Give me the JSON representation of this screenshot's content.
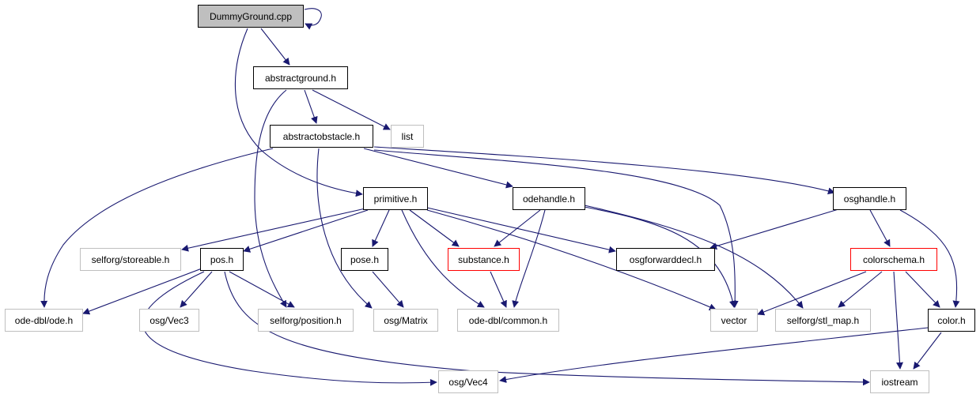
{
  "diagram": {
    "edge_color": "#191970",
    "nodes": {
      "dummyground": {
        "label": "DummyGround.cpp",
        "style": "root"
      },
      "abstractground": {
        "label": "abstractground.h",
        "style": "black"
      },
      "list": {
        "label": "list",
        "style": "grey"
      },
      "abstractobstacle": {
        "label": "abstractobstacle.h",
        "style": "black"
      },
      "primitive": {
        "label": "primitive.h",
        "style": "black"
      },
      "odehandle": {
        "label": "odehandle.h",
        "style": "black"
      },
      "osghandle": {
        "label": "osghandle.h",
        "style": "black"
      },
      "storeable": {
        "label": "selforg/storeable.h",
        "style": "grey"
      },
      "pos": {
        "label": "pos.h",
        "style": "black"
      },
      "pose": {
        "label": "pose.h",
        "style": "black"
      },
      "substance": {
        "label": "substance.h",
        "style": "red"
      },
      "osgforwarddecl": {
        "label": "osgforwarddecl.h",
        "style": "black"
      },
      "colorschema": {
        "label": "colorschema.h",
        "style": "red"
      },
      "odeode": {
        "label": "ode-dbl/ode.h",
        "style": "grey"
      },
      "vec3": {
        "label": "osg/Vec3",
        "style": "grey"
      },
      "position": {
        "label": "selforg/position.h",
        "style": "grey"
      },
      "matrix": {
        "label": "osg/Matrix",
        "style": "grey"
      },
      "common": {
        "label": "ode-dbl/common.h",
        "style": "grey"
      },
      "vector": {
        "label": "vector",
        "style": "grey"
      },
      "stlmap": {
        "label": "selforg/stl_map.h",
        "style": "grey"
      },
      "color": {
        "label": "color.h",
        "style": "black"
      },
      "vec4": {
        "label": "osg/Vec4",
        "style": "grey"
      },
      "iostream": {
        "label": "iostream",
        "style": "grey"
      }
    }
  }
}
